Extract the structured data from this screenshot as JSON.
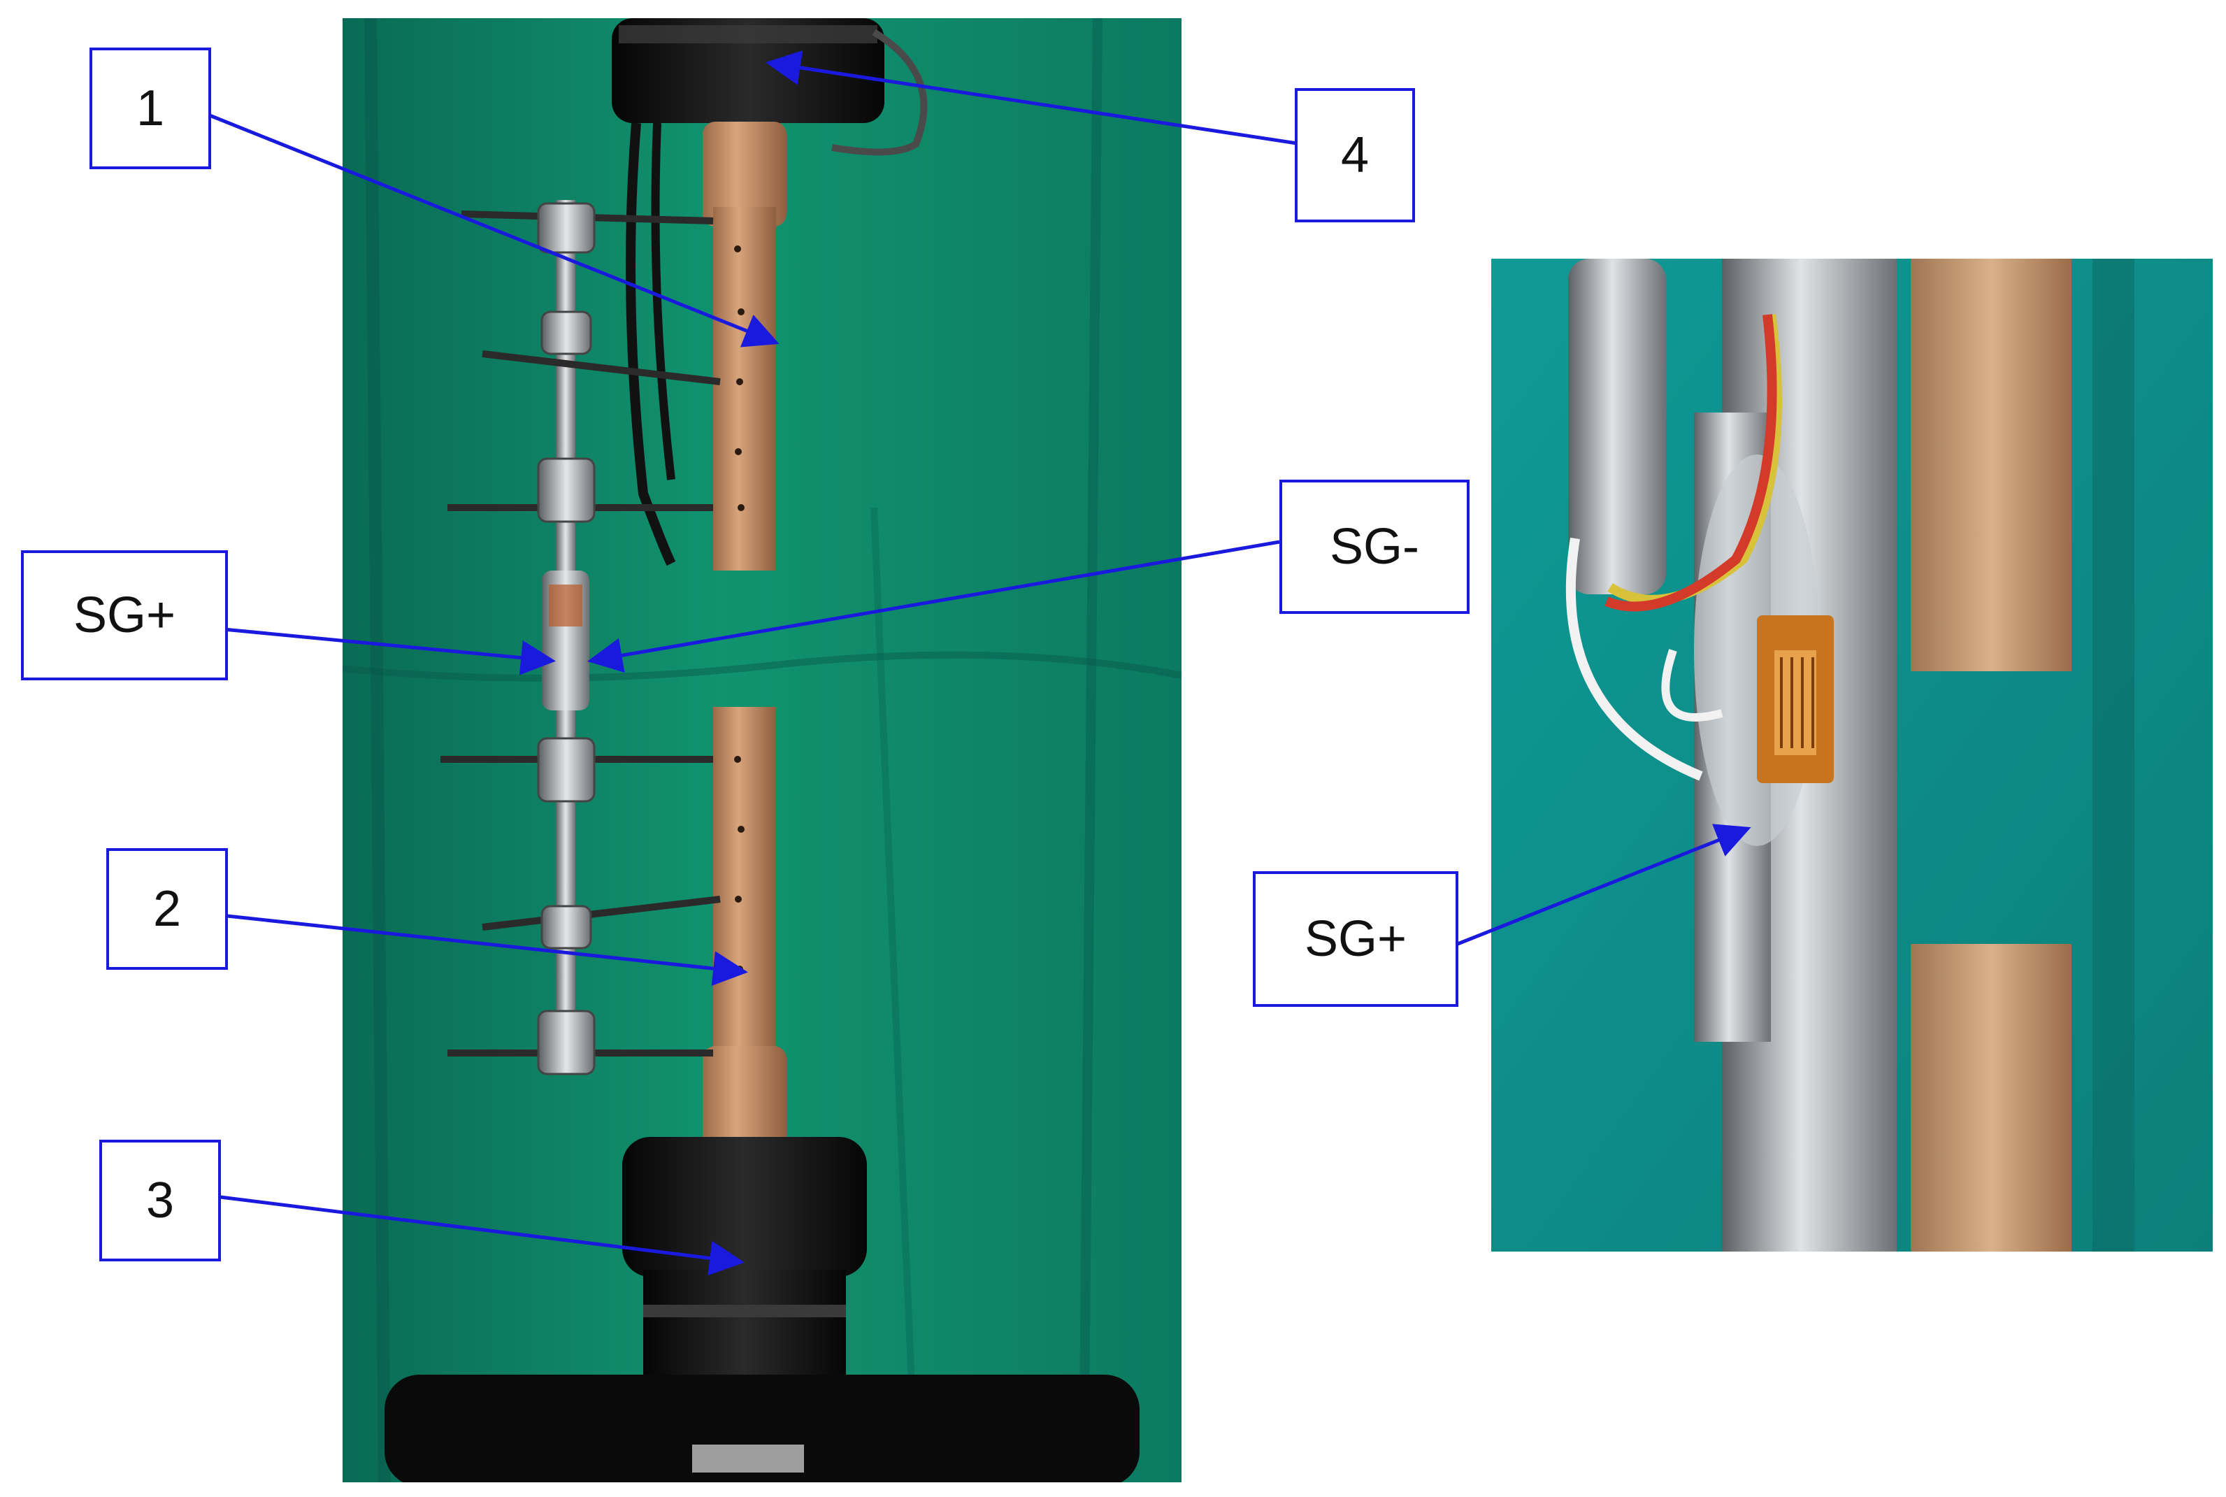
{
  "figure": {
    "labels": {
      "one": "1",
      "two": "2",
      "three": "3",
      "four": "4",
      "sg_plus_left": "SG+",
      "sg_minus": "SG-",
      "sg_plus_right": "SG+"
    },
    "colors": {
      "arrow": "#1a1adf",
      "box_border": "#1a1adf",
      "background_cloth": "#0f8a6c",
      "detail_cloth": "#14a3a0",
      "bone_model": "#c08a63",
      "fixture": "#141414",
      "metal": "#b8bcc0"
    }
  }
}
